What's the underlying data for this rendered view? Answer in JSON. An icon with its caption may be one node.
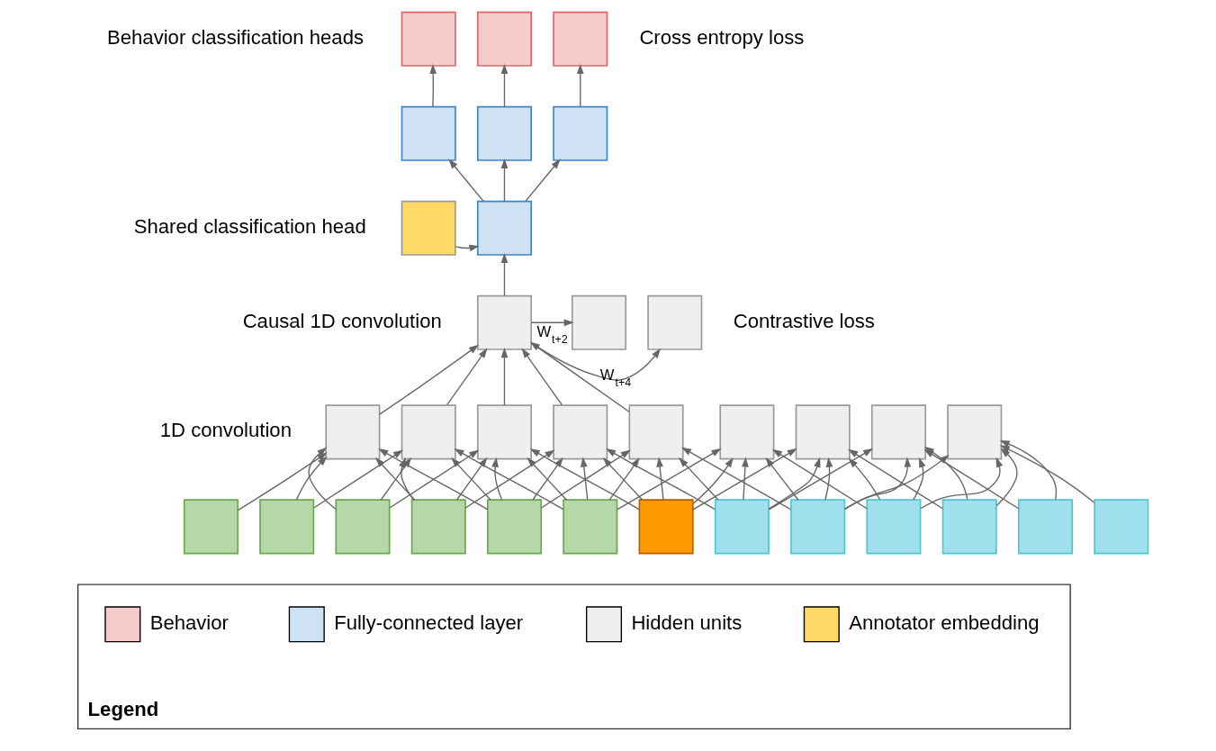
{
  "diagram": {
    "nodes": [
      {
        "text": [],
        "shape": "box"
      },
      {
        "text": [],
        "shape": "box"
      },
      {
        "text": [],
        "shape": "box"
      },
      {
        "text": [],
        "shape": "box"
      },
      {
        "text": [],
        "shape": "box"
      },
      {
        "text": [],
        "shape": "box"
      },
      {
        "text": [],
        "shape": "box"
      },
      {
        "text": [],
        "shape": "box"
      },
      {
        "text": [],
        "shape": "box"
      },
      {
        "text": [],
        "shape": "box"
      },
      {
        "text": [],
        "shape": "box"
      },
      {
        "text": [],
        "shape": "box"
      },
      {
        "text": [],
        "shape": "box"
      },
      {
        "text": [],
        "shape": "box"
      },
      {
        "text": [],
        "shape": "box"
      },
      {
        "text": [],
        "shape": "box"
      },
      {
        "text": [],
        "shape": "box"
      },
      {
        "text": [],
        "shape": "box"
      },
      {
        "text": [],
        "shape": "box"
      },
      {
        "text": [],
        "shape": "box"
      },
      {
        "text": [],
        "shape": "box"
      },
      {
        "text": [],
        "shape": "box"
      },
      {
        "text": [],
        "shape": "box"
      },
      {
        "text": [],
        "shape": "box"
      },
      {
        "text": [],
        "shape": "box"
      },
      {
        "text": [],
        "shape": "box"
      },
      {
        "text": [],
        "shape": "box"
      },
      {
        "text": [],
        "shape": "box"
      },
      {
        "text": [],
        "shape": "box"
      },
      {
        "text": [],
        "shape": "box"
      },
      {
        "text": [],
        "shape": "box"
      },
      {
        "text": [],
        "shape": "box"
      },
      {
        "text": [],
        "shape": "box"
      },
      {
        "text": [
          "Legend"
        ]
      }
    ],
    "edges": [
      {
        "from": 3,
        "to": 0,
        "arrow": "to"
      },
      {
        "from": 4,
        "to": 1,
        "arrow": "to"
      },
      {
        "from": 5,
        "to": 2,
        "arrow": "to"
      },
      {
        "from": 7,
        "to": 3,
        "arrow": "to"
      },
      {
        "from": 7,
        "to": 4,
        "arrow": "to"
      },
      {
        "from": 7,
        "to": 5,
        "arrow": "to"
      },
      {
        "from": 6,
        "to": 7,
        "arrow": "to"
      },
      {
        "from": 8,
        "to": 7,
        "arrow": "to"
      },
      {
        "from": 8,
        "to": 9,
        "arrow": "to",
        "label": "W$_{t+2}$"
      },
      {
        "from": 8,
        "to": 10,
        "arrow": "to",
        "label": "W$_{t+4}$"
      },
      {
        "from": 11,
        "to": 8,
        "arrow": "to"
      },
      {
        "from": 12,
        "to": 8,
        "arrow": "to"
      },
      {
        "from": 13,
        "to": 8,
        "arrow": "to"
      },
      {
        "from": 14,
        "to": 8,
        "arrow": "to"
      },
      {
        "from": 15,
        "to": 8,
        "arrow": "to"
      },
      {
        "from": 20,
        "to": 11,
        "arrow": "to"
      },
      {
        "from": 21,
        "to": 11,
        "arrow": "to"
      },
      {
        "from": 22,
        "to": 11,
        "arrow": "to"
      },
      {
        "from": 23,
        "to": 11,
        "arrow": "to"
      },
      {
        "from": 24,
        "to": 11,
        "arrow": "to"
      },
      {
        "from": 21,
        "to": 12,
        "arrow": "to"
      },
      {
        "from": 22,
        "to": 12,
        "arrow": "to"
      },
      {
        "from": 23,
        "to": 12,
        "arrow": "to"
      },
      {
        "from": 24,
        "to": 12,
        "arrow": "to"
      },
      {
        "from": 25,
        "to": 12,
        "arrow": "to"
      },
      {
        "from": 22,
        "to": 13,
        "arrow": "to"
      },
      {
        "from": 23,
        "to": 13,
        "arrow": "to"
      },
      {
        "from": 24,
        "to": 13,
        "arrow": "to"
      },
      {
        "from": 25,
        "to": 13,
        "arrow": "to"
      },
      {
        "from": 26,
        "to": 13,
        "arrow": "to"
      },
      {
        "from": 23,
        "to": 14,
        "arrow": "to"
      },
      {
        "from": 24,
        "to": 14,
        "arrow": "to"
      },
      {
        "from": 25,
        "to": 14,
        "arrow": "to"
      },
      {
        "from": 26,
        "to": 14,
        "arrow": "to"
      },
      {
        "from": 27,
        "to": 14,
        "arrow": "to"
      },
      {
        "from": 24,
        "to": 15,
        "arrow": "to"
      },
      {
        "from": 25,
        "to": 15,
        "arrow": "to"
      },
      {
        "from": 26,
        "to": 15,
        "arrow": "to"
      },
      {
        "from": 27,
        "to": 15,
        "arrow": "to"
      },
      {
        "from": 28,
        "to": 15,
        "arrow": "to"
      },
      {
        "from": 25,
        "to": 16,
        "arrow": "to"
      },
      {
        "from": 26,
        "to": 16,
        "arrow": "to"
      },
      {
        "from": 27,
        "to": 16,
        "arrow": "to"
      },
      {
        "from": 28,
        "to": 16,
        "arrow": "to"
      },
      {
        "from": 29,
        "to": 16,
        "arrow": "to"
      },
      {
        "from": 26,
        "to": 17,
        "arrow": "to"
      },
      {
        "from": 27,
        "to": 17,
        "arrow": "to"
      },
      {
        "from": 28,
        "to": 17,
        "arrow": "to"
      },
      {
        "from": 29,
        "to": 17,
        "arrow": "to"
      },
      {
        "from": 30,
        "to": 17,
        "arrow": "to"
      },
      {
        "from": 27,
        "to": 18,
        "arrow": "to"
      },
      {
        "from": 28,
        "to": 18,
        "arrow": "to"
      },
      {
        "from": 29,
        "to": 18,
        "arrow": "to"
      },
      {
        "from": 30,
        "to": 18,
        "arrow": "to"
      },
      {
        "from": 31,
        "to": 18,
        "arrow": "to"
      },
      {
        "from": 28,
        "to": 19,
        "arrow": "to"
      },
      {
        "from": 29,
        "to": 19,
        "arrow": "to"
      },
      {
        "from": 30,
        "to": 19,
        "arrow": "to"
      },
      {
        "from": 31,
        "to": 19,
        "arrow": "to"
      },
      {
        "from": 32,
        "to": 19,
        "arrow": "to"
      }
    ],
    "labels": [
      "Cross entropy loss",
      "Behavior classification heads",
      "Shared classification head",
      "Causal 1D convolution",
      "Contrastive loss",
      "1D convolution"
    ],
    "legend": [
      {
        "text": "Behavior",
        "color": "#f4cccc"
      },
      {
        "text": "Fully-connected layer",
        "color": "#cfe2f3"
      },
      {
        "text": "Hidden units",
        "color": "#efefef"
      },
      {
        "text": "Annotator embedding",
        "color": "#ffd966"
      }
    ]
  }
}
